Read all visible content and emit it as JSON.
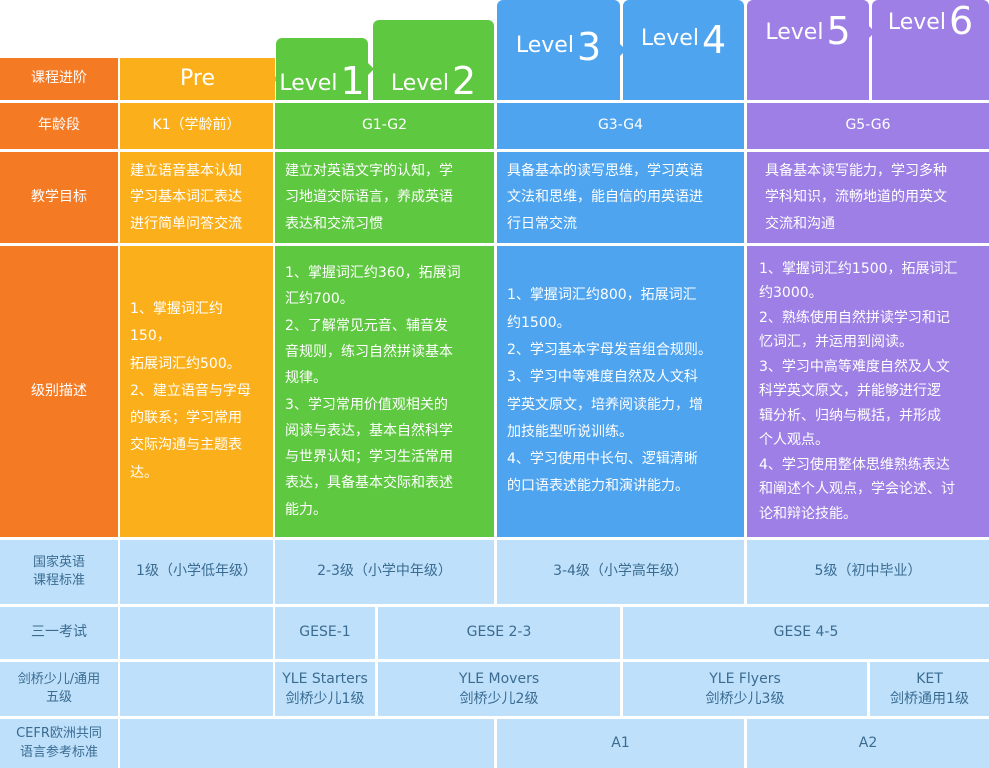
{
  "row_labels": {
    "stage": "课程进阶",
    "age": "年龄段",
    "goal": "教学目标",
    "desc": "级别描述",
    "national_line1": "国家英语",
    "national_line2": "课程标准",
    "trinity": "三一考试",
    "cambridge_line1": "剑桥少儿/通用",
    "cambridge_line2": "五级",
    "cefr_line1": "CEFR欧洲共同",
    "cefr_line2": "语言参考标准"
  },
  "stages": {
    "pre": "Pre",
    "level_word": "Level",
    "l1": "1",
    "l2": "2",
    "l3": "3",
    "l4": "4",
    "l5": "5",
    "l6": "6"
  },
  "ages": {
    "pre": "K1（学龄前）",
    "g12": "G1-G2",
    "g34": "G3-G4",
    "g56": "G5-G6"
  },
  "goals": {
    "pre": [
      "建立语音基本认知",
      "学习基本词汇表达",
      "进行简单问答交流"
    ],
    "g12": [
      "建立对英语文字的认知，学",
      "习地道交际语言，养成英语",
      "表达和交流习惯"
    ],
    "g34": [
      "具备基本的读写思维，学习英语",
      "文法和思维，能自信的用英语进",
      "行日常交流"
    ],
    "g56": [
      "具备基本读写能力，学习多种",
      "学科知识，流畅地道的用英文",
      "交流和沟通"
    ]
  },
  "descriptions": {
    "pre": [
      "1、掌握词汇约150，",
      "拓展词汇约500。",
      "2、建立语音与字母",
      "的联系；学习常用",
      "交际沟通与主题表",
      "达。"
    ],
    "g12": [
      "1、掌握词汇约360，拓展词",
      "汇约700。",
      "2、了解常见元音、辅音发",
      "音规则，练习自然拼读基本",
      "规律。",
      "3、学习常用价值观相关的",
      "阅读与表达，基本自然科学",
      "与世界认知；学习生活常用",
      "表达，具备基本交际和表述",
      "能力。"
    ],
    "g34": [
      "1、掌握词汇约800，拓展词汇",
      "约1500。",
      "2、学习基本字母发音组合规则。",
      "3、学习中等难度自然及人文科",
      "学英文原文，培养阅读能力，增",
      "加技能型听说训练。",
      "4、学习使用中长句、逻辑清晰",
      "的口语表述能力和演讲能力。"
    ],
    "g56": [
      "1、掌握词汇约1500，拓展词汇",
      "约3000。",
      "2、熟练使用自然拼读学习和记",
      "忆词汇，并运用到阅读。",
      "3、学习中高等难度自然及人文",
      "科学英文原文，并能够进行逻",
      "辑分析、归纳与概括，并形成",
      "个人观点。",
      "4、学习使用整体思维熟练表达",
      "和阐述个人观点，学会论述、讨",
      "论和辩论技能。"
    ]
  },
  "national": {
    "pre": "1级（小学低年级）",
    "g12": "2-3级（小学中年级）",
    "g34": "3-4级（小学高年级）",
    "g56": "5级（初中毕业）"
  },
  "trinity": {
    "gese1": "GESE-1",
    "gese23": "GESE 2-3",
    "gese45": "GESE 4-5"
  },
  "cambridge": {
    "starters_en": "YLE Starters",
    "starters_cn": "剑桥少儿1级",
    "movers_en": "YLE Movers",
    "movers_cn": "剑桥少儿2级",
    "flyers_en": "YLE Flyers",
    "flyers_cn": "剑桥少儿3级",
    "ket_en": "KET",
    "ket_cn": "剑桥通用1级"
  },
  "cefr": {
    "a1": "A1",
    "a2": "A2"
  },
  "colors": {
    "label_orange": "#f47a24",
    "pre_orange": "#fbb01b",
    "green": "#5ec840",
    "blue": "#4ea4ef",
    "purple": "#9d7fe6",
    "light_blue": "#bfe0fb"
  }
}
